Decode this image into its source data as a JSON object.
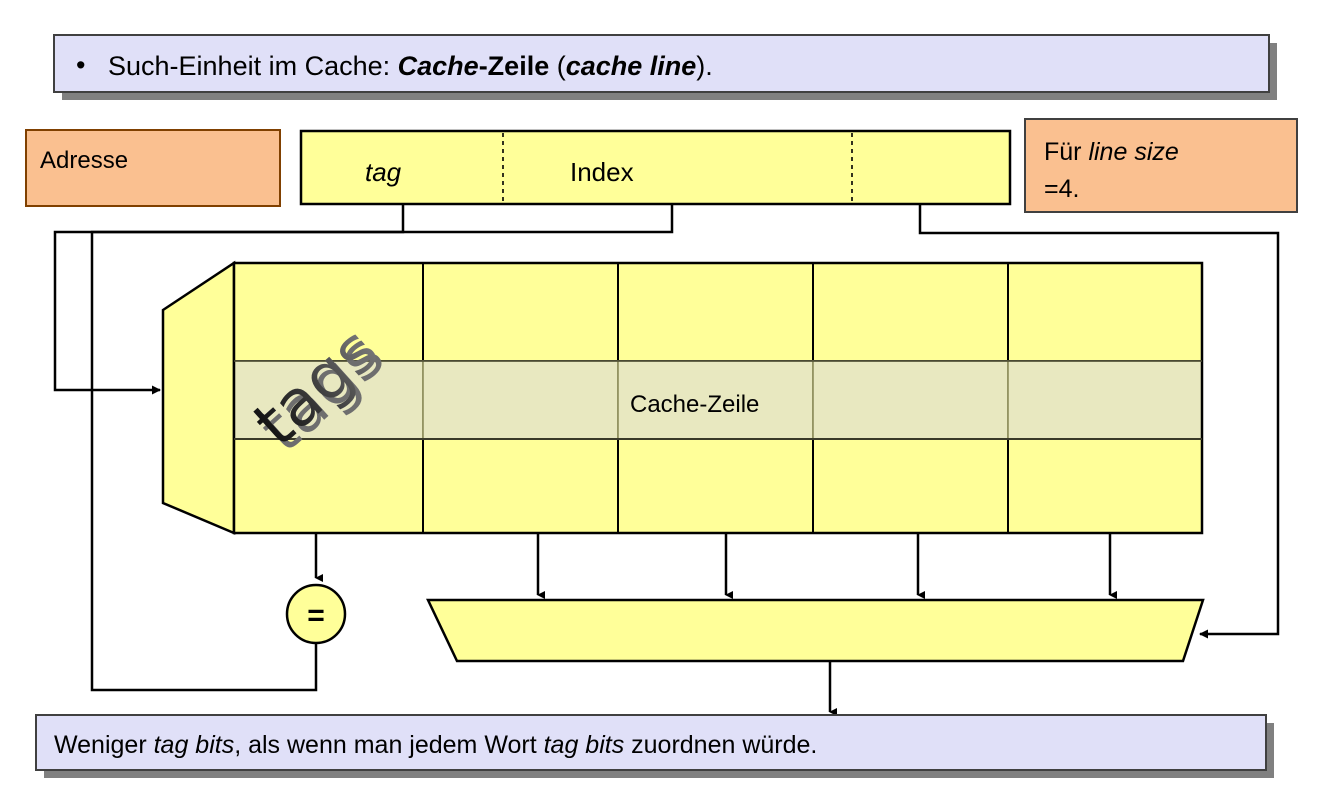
{
  "slide": {
    "bullet_box": {
      "bullet_glyph": "•",
      "text_parts": [
        {
          "t": "Such-Einheit im Cache: ",
          "style": "normal"
        },
        {
          "t": "Cache",
          "style": "bold-italic"
        },
        {
          "t": "-Zeile",
          "style": "bold"
        },
        {
          "t": " (",
          "style": "normal"
        },
        {
          "t": "cache line",
          "style": "bold-italic"
        },
        {
          "t": ").",
          "style": "normal"
        }
      ],
      "plain": "• Such-Einheit im Cache: Cache-Zeile (cache line).",
      "fill": "#e0e0f8",
      "border": "#404040"
    },
    "address_label_box": {
      "label": "Adresse",
      "fill": "#fac090",
      "border": "#804000"
    },
    "address_bar": {
      "fields": [
        {
          "label": "tag",
          "style": "italic"
        },
        {
          "label": "Index",
          "style": "normal"
        },
        {
          "label": "",
          "style": "normal"
        }
      ],
      "fill": "#ffff99",
      "border": "#000000"
    },
    "note_box": {
      "line1_prefix": "Für ",
      "line1_italic": "line size",
      "line2": "=4.",
      "plain": "Für line size =4.",
      "fill": "#fac090",
      "border": "#404040"
    },
    "cache_array": {
      "tags_label": "tags",
      "tags_label_color_front": "#1a1a1a",
      "tags_label_color_back": "#666666",
      "cache_line_label": "Cache-Zeile",
      "rows": 3,
      "columns": 5,
      "highlight_row_index": 1,
      "cell_fill": "#ffff99",
      "highlight_fill": "#e8e8c0",
      "border": "#000000"
    },
    "comparator": {
      "symbol": "=",
      "fill": "#ffff99",
      "border": "#000000"
    },
    "multiplexer": {
      "label": "",
      "inputs": 4,
      "fill": "#ffff99",
      "border": "#000000"
    },
    "footer_box": {
      "text_parts": [
        {
          "t": "Weniger ",
          "style": "normal"
        },
        {
          "t": "tag bits",
          "style": "italic"
        },
        {
          "t": ", als wenn man jedem Wort ",
          "style": "normal"
        },
        {
          "t": "tag bits",
          "style": "italic"
        },
        {
          "t": " zuordnen würde.",
          "style": "normal"
        }
      ],
      "plain": "Weniger tag bits, als wenn man jedem Wort tag bits zuordnen würde.",
      "fill": "#e0e0f8",
      "border": "#404040"
    },
    "colors": {
      "yellow": "#ffff99",
      "highlight": "#e8e8c0",
      "orange": "#fac090",
      "lavender": "#e0e0f8",
      "shadow": "#808080",
      "line": "#000000"
    }
  }
}
